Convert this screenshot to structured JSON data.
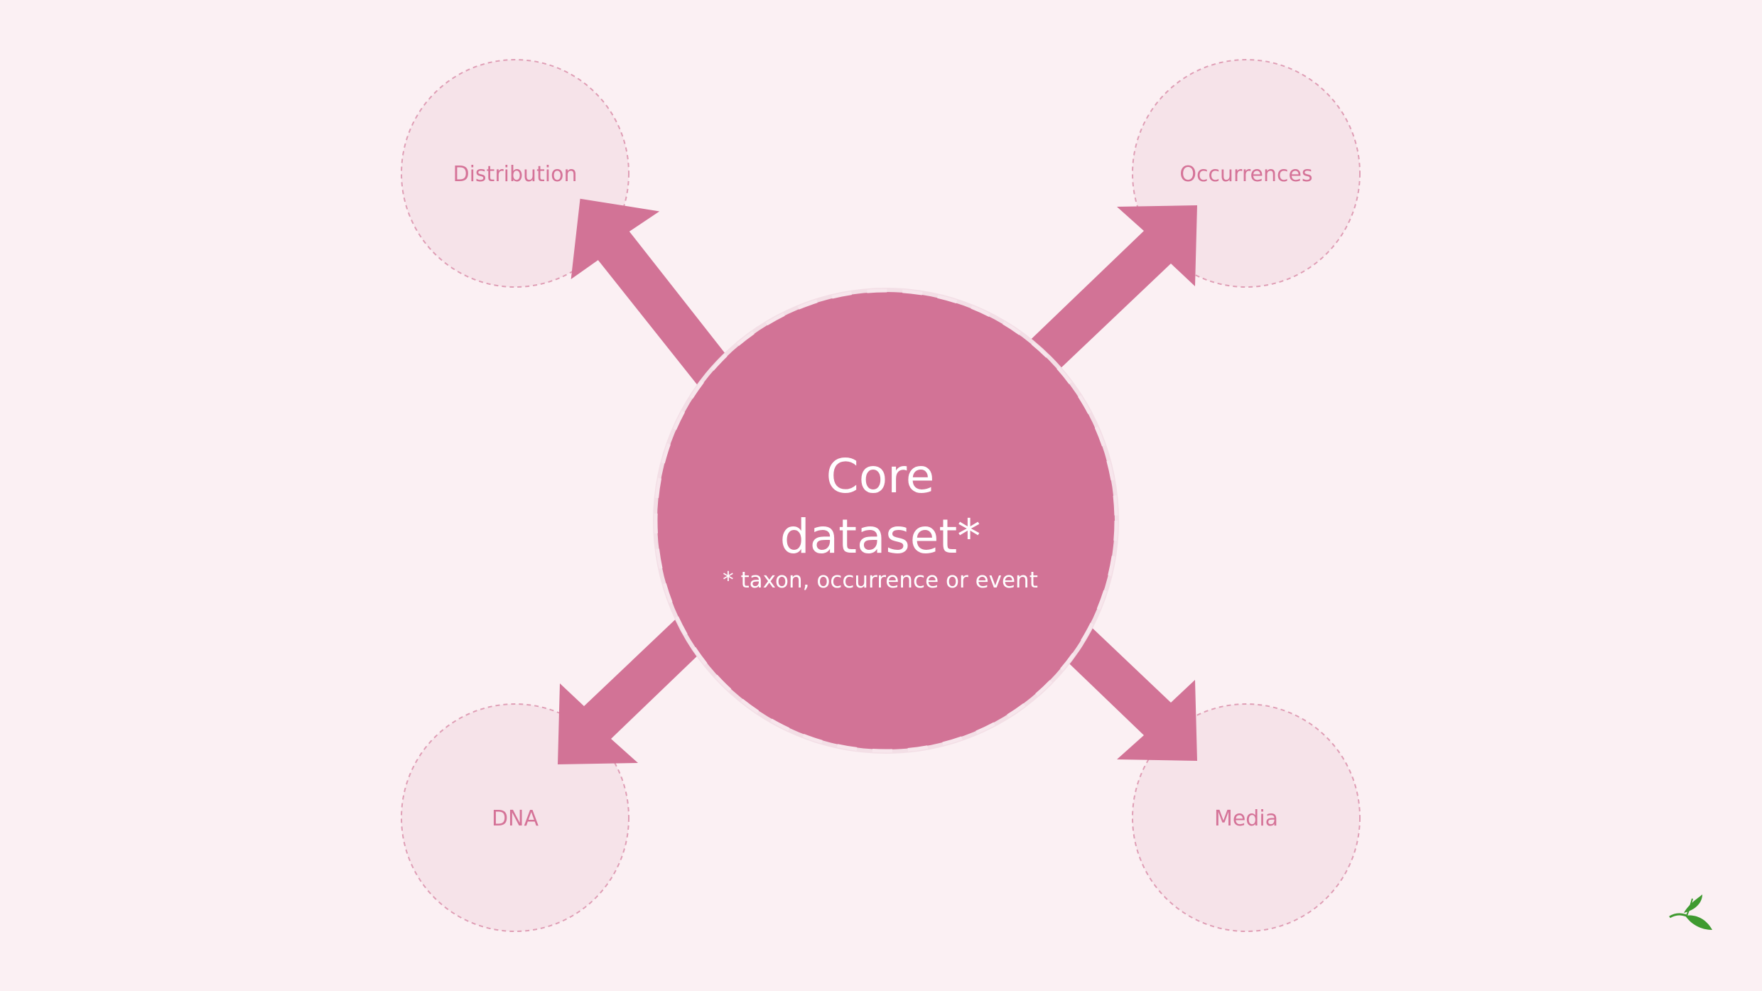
{
  "core": {
    "title_line1": "Core",
    "title_line2": "dataset*",
    "note": "* taxon, occurrence or event"
  },
  "extensions": {
    "distribution": "Distribution",
    "occurrences": "Occurrences",
    "dna": "DNA",
    "media": "Media"
  },
  "colors": {
    "background": "#fbf0f3",
    "accent": "#d27396",
    "node_fill": "#f6e3e9",
    "node_border": "#e0a0b6",
    "logo_leaf": "#3f9a30"
  },
  "icons": {
    "logo": "leaf-logo-icon"
  }
}
